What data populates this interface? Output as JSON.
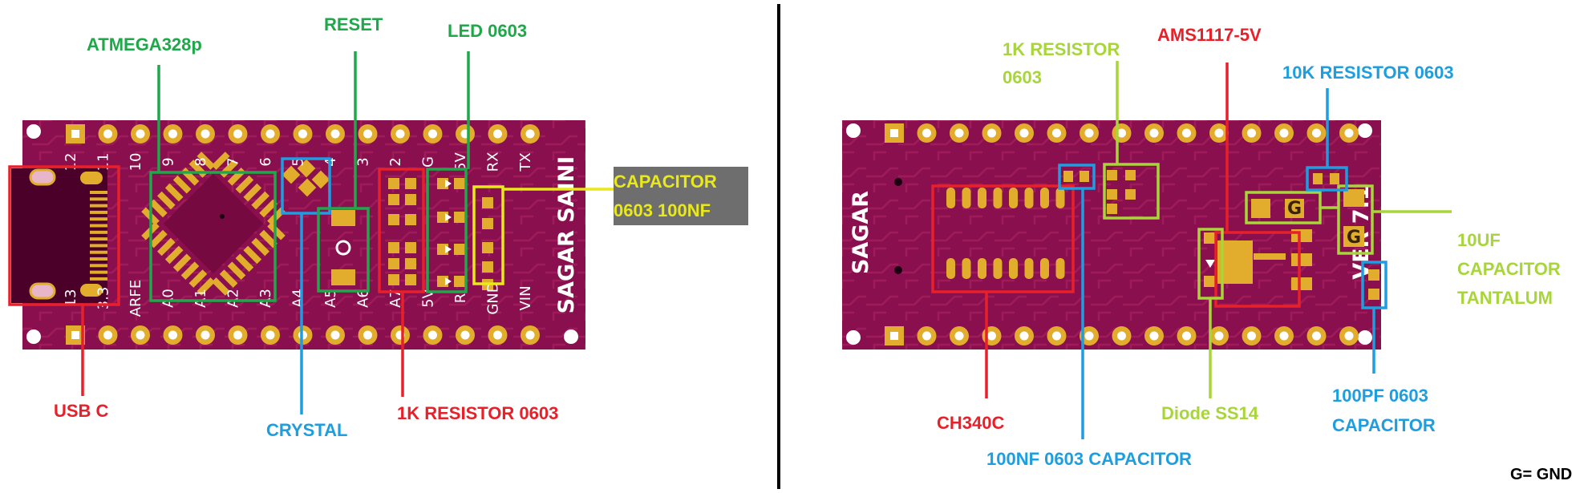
{
  "colors": {
    "board": "#8a0f4e",
    "board_dark": "#5e0535",
    "trace": "#a0205f",
    "pad": "#e2ad2c",
    "hole": "#ffffff",
    "red": "#e8202a",
    "green": "#1fa84a",
    "blue": "#1c9ee0",
    "lime": "#a8d63a",
    "yellow": "#e8e81a",
    "gray_box": "#6e6e6e"
  },
  "left_board": {
    "silk_brand": "SAGAR  SAINI",
    "top_pins": [
      "12",
      "11",
      "10",
      "9",
      "8",
      "7",
      "6",
      "5",
      "4",
      "3",
      "2",
      "G",
      "5V",
      "RX",
      "TX"
    ],
    "bottom_pins": [
      "13",
      "3.3",
      "ARFE",
      "A0",
      "A1",
      "A2",
      "A3",
      "A4",
      "A5",
      "A6",
      "A7",
      "5V",
      "R",
      "GND",
      "VIN"
    ]
  },
  "right_board": {
    "silk_name": "SAGAR",
    "silk_version": "VER 7.1",
    "g_marker": "G"
  },
  "labels": {
    "atmega": "ATMEGA328p",
    "reset": "RESET",
    "led": "LED 0603",
    "capacitor_line1": "CAPACITOR",
    "capacitor_line2": "0603 100NF",
    "usb": "USB C",
    "crystal": "CRYSTAL",
    "res_left": "1K RESISTOR 0603",
    "res_right_line1": "1K RESISTOR",
    "res_right_line2": "0603",
    "ams": "AMS1117-5V",
    "res10k": "10K RESISTOR 0603",
    "tant_line1": "10UF",
    "tant_line2": "CAPACITOR",
    "tant_line3": "TANTALUM",
    "pf_line1": "100PF 0603",
    "pf_line2": "CAPACITOR",
    "diode": "Diode SS14",
    "ch340": "CH340C",
    "nf100": "100NF 0603 CAPACITOR",
    "gnd_note": "G= GND"
  }
}
